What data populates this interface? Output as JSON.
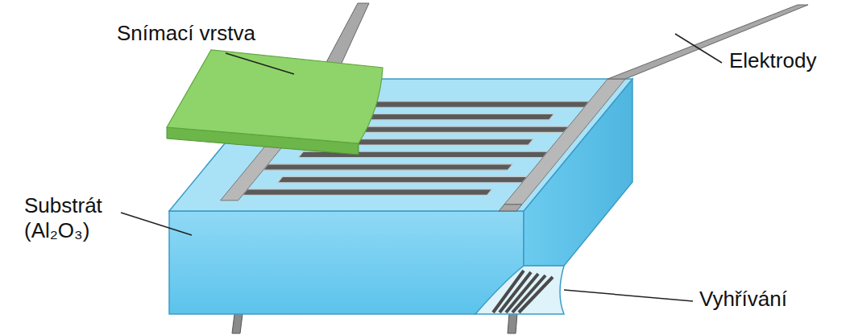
{
  "diagram": {
    "labels": [
      "Snímací vrstva",
      "Elektrody",
      "Substrát (Al₂O₃)",
      "Vyhřívání"
    ]
  }
}
